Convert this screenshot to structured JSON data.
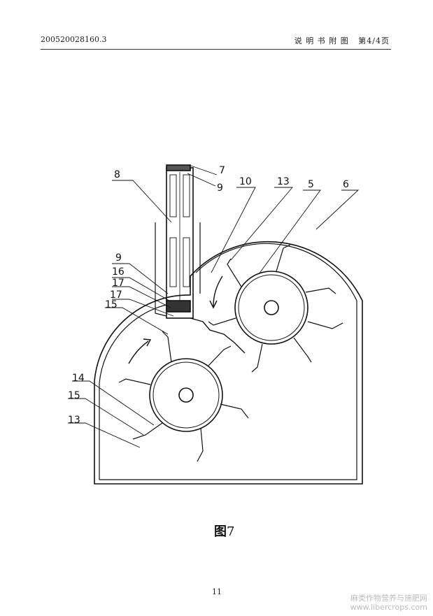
{
  "header": {
    "doc_number": "200520028160.3",
    "section": "说 明 书 附 图",
    "page_info": "第4/4页"
  },
  "figure": {
    "caption_char": "图",
    "caption_num": "7",
    "labels": {
      "l7": "7",
      "l9a": "9",
      "l8": "8",
      "l10": "10",
      "l13a": "13",
      "l5": "5",
      "l6": "6",
      "l9b": "9",
      "l16": "16",
      "l17a": "17",
      "l17b": "17",
      "l15a": "15",
      "l14": "14",
      "l15b": "15",
      "l13b": "13"
    }
  },
  "footer": {
    "page_number": "11"
  },
  "watermark": {
    "line1": "麻类作物营养与施肥网",
    "line2": "www.libercrops.com"
  }
}
